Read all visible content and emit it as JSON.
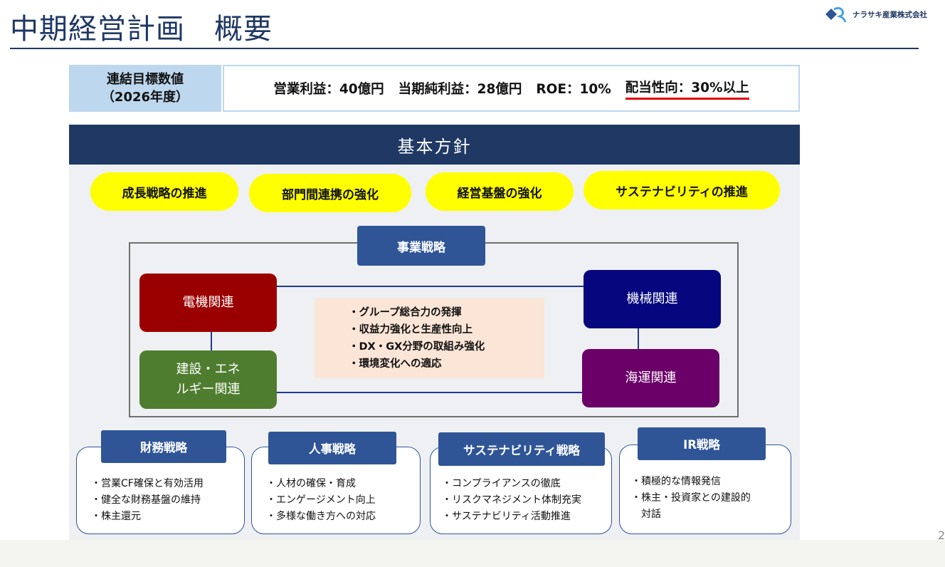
{
  "header": {
    "title": "中期経営計画　概要",
    "logo_text": "ナラサキ産業株式会社"
  },
  "targets": {
    "label_line1": "連結目標数値",
    "label_line2": "（2026年度）",
    "operating_profit": "営業利益：40億円",
    "net_profit": "当期純利益：28億円",
    "roe": "ROE：10%",
    "payout": "配当性向：30%以上"
  },
  "policy": {
    "title": "基本方針",
    "pills": [
      "成長戦略の推進",
      "部門間連携の強化",
      "経営基盤の強化",
      "サステナビリティの推進"
    ]
  },
  "business": {
    "title": "事業戦略",
    "segments": {
      "electric": "電機関連",
      "construction": "建設・エネ\nルギー関連",
      "machinery": "機械関連",
      "marine": "海運関連"
    },
    "center_items": [
      "・グループ総合力の発揮",
      "・収益力強化と生産性向上",
      "・DX・GX分野の取組み強化",
      "・環境変化への適応"
    ],
    "colors": {
      "electric": "#9b0000",
      "construction": "#4f7d2f",
      "machinery": "#06067e",
      "marine": "#6b0068"
    }
  },
  "strategies": [
    {
      "title": "財務戦略",
      "items": [
        "・営業CF確保と有効活用",
        "・健全な財務基盤の維持",
        "・株主還元"
      ]
    },
    {
      "title": "人事戦略",
      "items": [
        "・人材の確保・育成",
        "・エンゲージメント向上",
        "・多様な働き方への対応"
      ]
    },
    {
      "title": "サステナビリティ戦略",
      "items": [
        "・コンプライアンスの徹底",
        "・リスクマネジメント体制充実",
        "・サステナビリティ活動推進"
      ]
    },
    {
      "title": "IR戦略",
      "items": [
        "・積極的な情報発信",
        "・株主・投資家との建設的\n　対話"
      ]
    }
  ],
  "page_number": "2"
}
